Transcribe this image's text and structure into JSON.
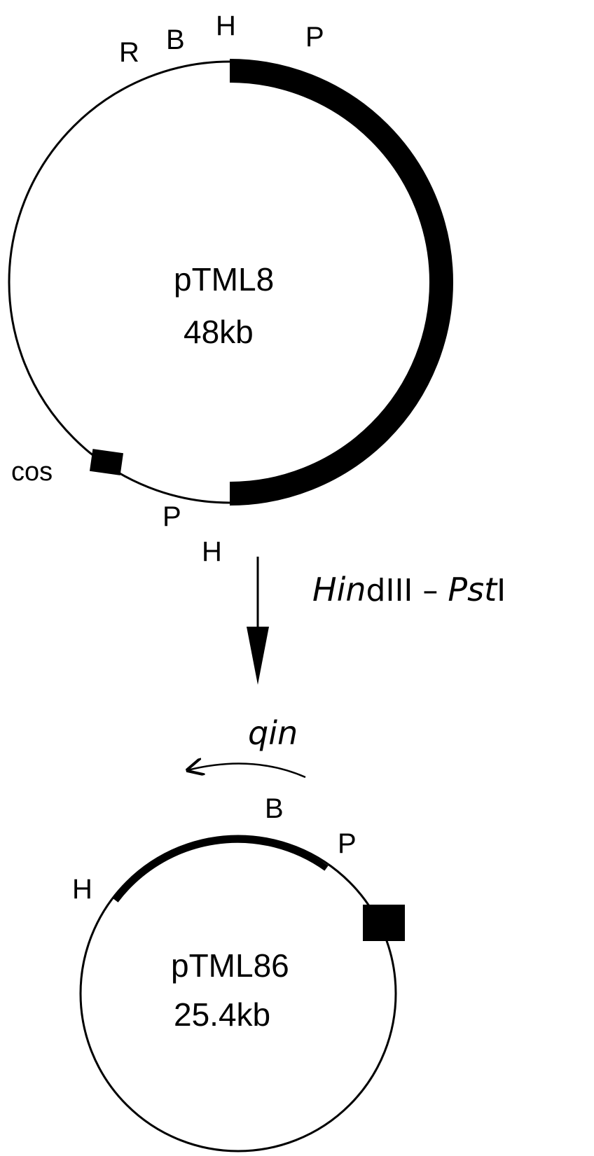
{
  "plasmid_top": {
    "name": "pTML8",
    "size": "48kb",
    "sites": {
      "R": "R",
      "B": "B",
      "H_top": "H",
      "P_top": "P",
      "P_bottom": "P",
      "H_bottom": "H"
    },
    "cos_label": "cos"
  },
  "digestion": {
    "enzyme1_italic": "Hin",
    "enzyme1_rest": "dIII",
    "separator": " – ",
    "enzyme2_italic": "Pst",
    "enzyme2_rest": "I"
  },
  "gene": {
    "label": "qin"
  },
  "plasmid_bottom": {
    "name": "pTML86",
    "size": "25.4kb",
    "sites": {
      "B": "B",
      "P": "P",
      "H": "H"
    }
  },
  "colors": {
    "ink": "#000000",
    "background": "#ffffff"
  }
}
